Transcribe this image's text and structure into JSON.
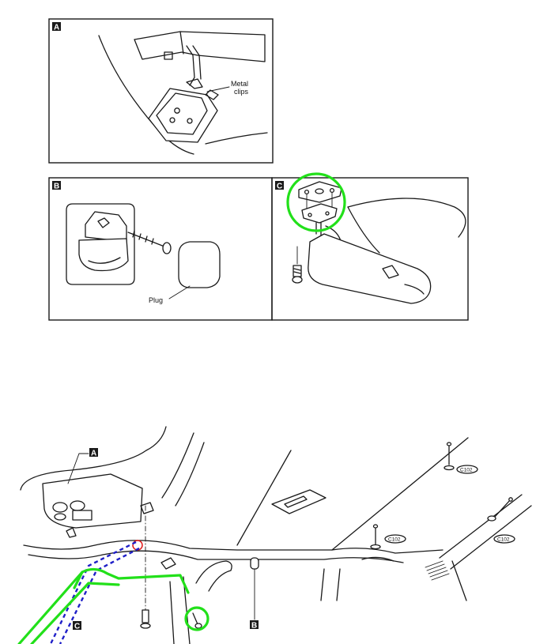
{
  "panel_a": {
    "badge": "A",
    "callout_line1": "Metal",
    "callout_line2": "clips"
  },
  "panel_b": {
    "badge": "B",
    "callout": "Plug"
  },
  "panel_c": {
    "badge": "C"
  },
  "overview": {
    "label_a": "A",
    "label_b": "B",
    "label_c": "C",
    "part_code_1": "C102",
    "part_code_2": "C102",
    "part_code_3": "C102"
  },
  "colors": {
    "highlight": "#22e01a",
    "route": "#1f1fc8",
    "marker": "#e01a1a"
  }
}
